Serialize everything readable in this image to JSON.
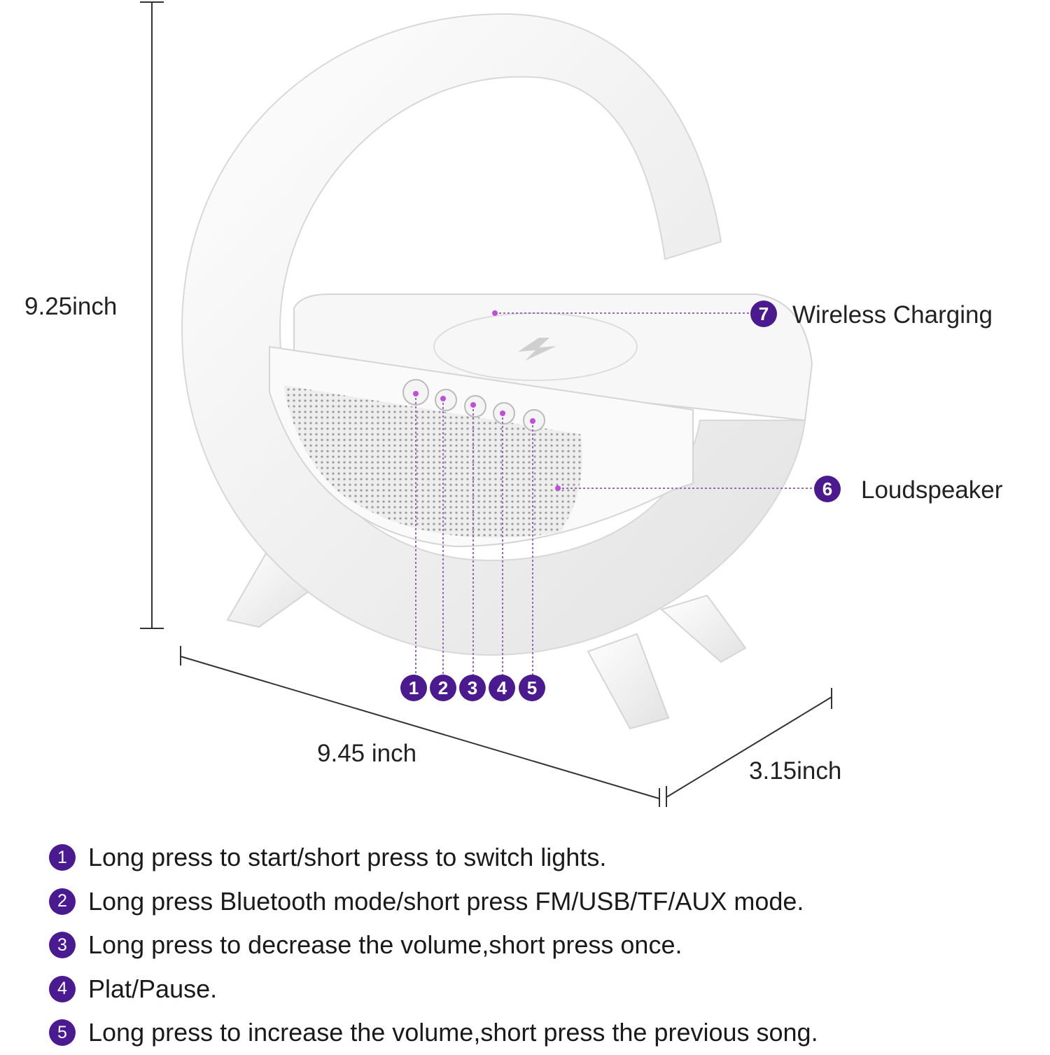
{
  "dimensions": {
    "height": "9.25inch",
    "width": "9.45 inch",
    "depth": "3.15inch"
  },
  "callouts": [
    {
      "number": "7",
      "label": "Wireless Charging"
    },
    {
      "number": "6",
      "label": "Loudspeaker"
    }
  ],
  "button_numbers": [
    "1",
    "2",
    "3",
    "4",
    "5"
  ],
  "instructions": [
    {
      "number": "1",
      "text": "Long press to start/short press to switch lights."
    },
    {
      "number": "2",
      "text": "Long press Bluetooth mode/short press FM/USB/TF/AUX mode."
    },
    {
      "number": "3",
      "text": "Long press to decrease the volume,short press once."
    },
    {
      "number": "4",
      "text": "Plat/Pause."
    },
    {
      "number": "5",
      "text": "Long press to increase the volume,short press the previous song."
    }
  ],
  "colors": {
    "accent": "#4b1a8f",
    "marker": "#c04fd8"
  }
}
